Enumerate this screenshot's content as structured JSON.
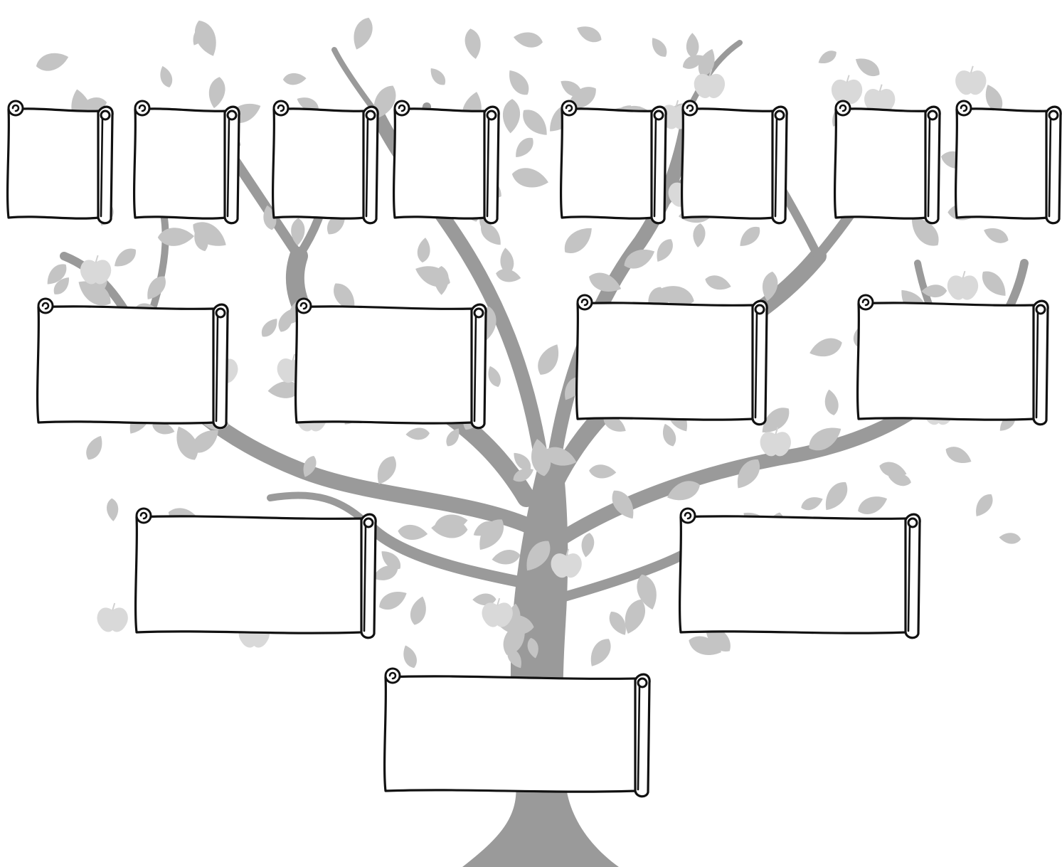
{
  "diagram": {
    "type": "family-tree-template",
    "colors": {
      "tree": "#9a9a9a",
      "leaves": "#c4c4c4",
      "apples": "#d9d9d9",
      "scroll_outline": "#111111",
      "scroll_fill": "#ffffff",
      "background": "#ffffff"
    },
    "generations": [
      {
        "level": 1,
        "scrolls": [
          {
            "label": ""
          }
        ]
      },
      {
        "level": 2,
        "scrolls": [
          {
            "label": ""
          },
          {
            "label": ""
          }
        ]
      },
      {
        "level": 3,
        "scrolls": [
          {
            "label": ""
          },
          {
            "label": ""
          },
          {
            "label": ""
          },
          {
            "label": ""
          }
        ]
      },
      {
        "level": 4,
        "scrolls": [
          {
            "label": ""
          },
          {
            "label": ""
          },
          {
            "label": ""
          },
          {
            "label": ""
          },
          {
            "label": ""
          },
          {
            "label": ""
          },
          {
            "label": ""
          },
          {
            "label": ""
          }
        ]
      }
    ]
  }
}
